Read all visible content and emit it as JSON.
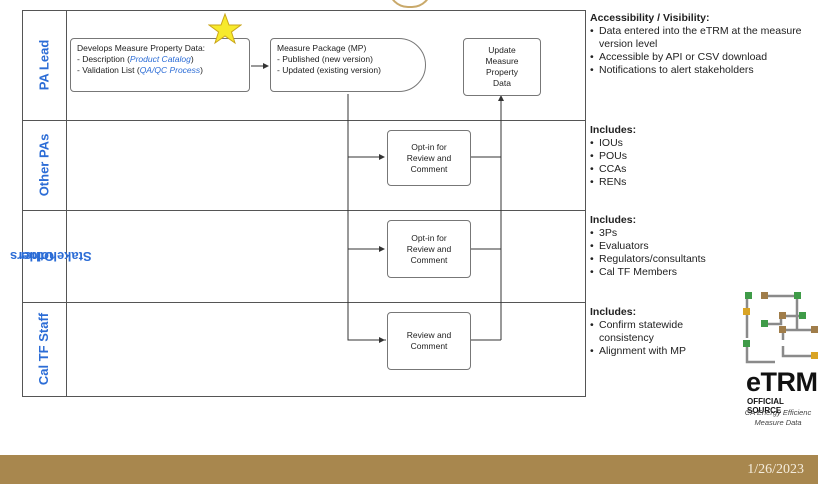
{
  "lanes": [
    {
      "id": "pa-lead",
      "label": "PA Lead"
    },
    {
      "id": "other-pas",
      "label": "Other PAs"
    },
    {
      "id": "other-stakeholders",
      "label_line1": "Other",
      "label_line2": "Stakeholders"
    },
    {
      "id": "cal-tf-staff",
      "label": "Cal TF Staff"
    }
  ],
  "boxes": {
    "develops": {
      "title": "Develops Measure Property Data:",
      "line1_prefix": "- Description (",
      "line1_link": "Product Catalog",
      "line1_suffix": ")",
      "line2_prefix": "- Validation List (",
      "line2_link": "QA/QC Process",
      "line2_suffix": ")"
    },
    "measure_package": {
      "title": "Measure Package (MP)",
      "line1": "- Published (new version)",
      "line2": "- Updated (existing version)"
    },
    "update": {
      "l1": "Update",
      "l2": "Measure",
      "l3": "Property",
      "l4": "Data"
    },
    "optin_pas": {
      "l1": "Opt-in for",
      "l2": "Review and",
      "l3": "Comment"
    },
    "optin_stakeholders": {
      "l1": "Opt-in for",
      "l2": "Review and",
      "l3": "Comment"
    },
    "review": {
      "l1": "Review and",
      "l2": "Comment"
    }
  },
  "notes": {
    "pa_lead": {
      "title": "Accessibility / Visibility:",
      "items": [
        "Data entered into the eTRM at the measure version level",
        "Accessible by API or CSV download",
        "Notifications to alert stakeholders"
      ]
    },
    "other_pas": {
      "title": "Includes:",
      "items": [
        "IOUs",
        "POUs",
        "CCAs",
        "RENs"
      ]
    },
    "other_stakeholders": {
      "title": "Includes:",
      "items": [
        "3Ps",
        "Evaluators",
        "Regulators/consultants",
        "Cal TF Members"
      ]
    },
    "cal_tf_staff": {
      "title": "Includes:",
      "items": [
        "Confirm statewide consistency",
        "Alignment with MP"
      ]
    }
  },
  "logo": {
    "name": "eTRM",
    "tagline": "OFFICIAL SOURCE",
    "sub1": "CA Energy Efficienc",
    "sub2": "Measure Data",
    "colors": {
      "gray": "#8a8a8a",
      "green": "#3f9b48",
      "gold": "#d9a425",
      "brown": "#a07d4a"
    }
  },
  "footer": {
    "date": "1/26/2023"
  },
  "colors": {
    "lane_label": "#2b6cd6",
    "footer": "#a8874e",
    "star": "#f7ea2c"
  }
}
